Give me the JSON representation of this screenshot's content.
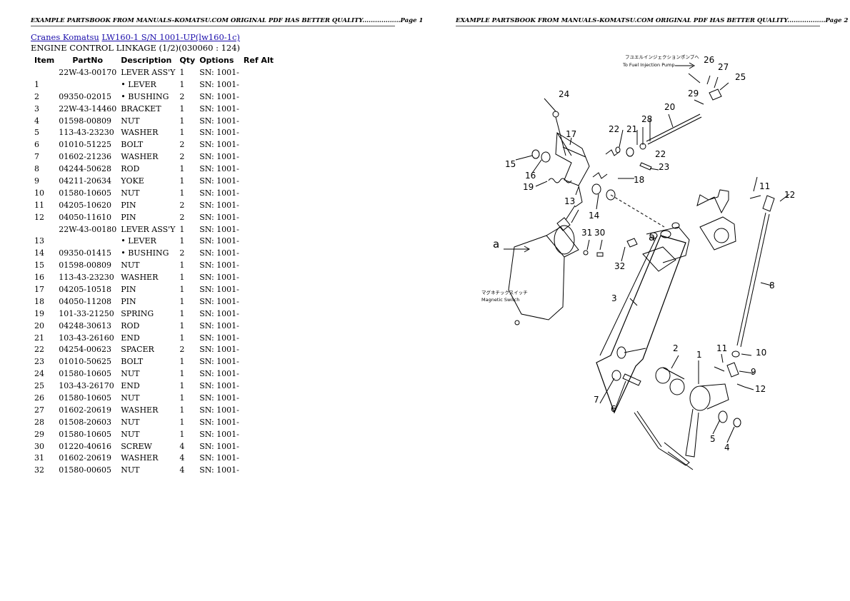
{
  "header": {
    "left": "EXAMPLE PARTSBOOK FROM MANUALS-KOMATSU.COM ORIGINAL PDF HAS BETTER QUALITY..................Page 1",
    "right": "EXAMPLE PARTSBOOK FROM MANUALS-KOMATSU.COM ORIGINAL PDF HAS BETTER QUALITY..................Page 2"
  },
  "breadcrumb": {
    "link1": "Cranes Komatsu",
    "link2": "LW160-1 S/N 1001-UP(lw160-1c)"
  },
  "subtitle": "ENGINE CONTROL LINKAGE (1/2)(030060 : 124)",
  "table": {
    "headers": [
      "Item",
      "PartNo",
      "Description",
      "Qty",
      "Options",
      "Ref Alt"
    ],
    "rows": [
      [
        "",
        "22W-43-00170",
        "LEVER ASS'Y",
        "1",
        "SN: 1001-",
        ""
      ],
      [
        "1",
        "",
        "• LEVER",
        "1",
        "SN: 1001-",
        ""
      ],
      [
        "2",
        "09350-02015",
        "• BUSHING",
        "2",
        "SN: 1001-",
        ""
      ],
      [
        "3",
        "22W-43-14460",
        "BRACKET",
        "1",
        "SN: 1001-",
        ""
      ],
      [
        "4",
        "01598-00809",
        "NUT",
        "1",
        "SN: 1001-",
        ""
      ],
      [
        "5",
        "113-43-23230",
        "WASHER",
        "1",
        "SN: 1001-",
        ""
      ],
      [
        "6",
        "01010-51225",
        "BOLT",
        "2",
        "SN: 1001-",
        ""
      ],
      [
        "7",
        "01602-21236",
        "WASHER",
        "2",
        "SN: 1001-",
        ""
      ],
      [
        "8",
        "04244-50628",
        "ROD",
        "1",
        "SN: 1001-",
        ""
      ],
      [
        "9",
        "04211-20634",
        "YOKE",
        "1",
        "SN: 1001-",
        ""
      ],
      [
        "10",
        "01580-10605",
        "NUT",
        "1",
        "SN: 1001-",
        ""
      ],
      [
        "11",
        "04205-10620",
        "PIN",
        "2",
        "SN: 1001-",
        ""
      ],
      [
        "12",
        "04050-11610",
        "PIN",
        "2",
        "SN: 1001-",
        ""
      ],
      [
        "",
        "22W-43-00180",
        "LEVER ASS'Y",
        "1",
        "SN: 1001-",
        ""
      ],
      [
        "13",
        "",
        "• LEVER",
        "1",
        "SN: 1001-",
        ""
      ],
      [
        "14",
        "09350-01415",
        "• BUSHING",
        "2",
        "SN: 1001-",
        ""
      ],
      [
        "15",
        "01598-00809",
        "NUT",
        "1",
        "SN: 1001-",
        ""
      ],
      [
        "16",
        "113-43-23230",
        "WASHER",
        "1",
        "SN: 1001-",
        ""
      ],
      [
        "17",
        "04205-10518",
        "PIN",
        "1",
        "SN: 1001-",
        ""
      ],
      [
        "18",
        "04050-11208",
        "PIN",
        "1",
        "SN: 1001-",
        ""
      ],
      [
        "19",
        "101-33-21250",
        "SPRING",
        "1",
        "SN: 1001-",
        ""
      ],
      [
        "20",
        "04248-30613",
        "ROD",
        "1",
        "SN: 1001-",
        ""
      ],
      [
        "21",
        "103-43-26160",
        "END",
        "1",
        "SN: 1001-",
        ""
      ],
      [
        "22",
        "04254-00623",
        "SPACER",
        "2",
        "SN: 1001-",
        ""
      ],
      [
        "23",
        "01010-50625",
        "BOLT",
        "1",
        "SN: 1001-",
        ""
      ],
      [
        "24",
        "01580-10605",
        "NUT",
        "1",
        "SN: 1001-",
        ""
      ],
      [
        "25",
        "103-43-26170",
        "END",
        "1",
        "SN: 1001-",
        ""
      ],
      [
        "26",
        "01580-10605",
        "NUT",
        "1",
        "SN: 1001-",
        ""
      ],
      [
        "27",
        "01602-20619",
        "WASHER",
        "1",
        "SN: 1001-",
        ""
      ],
      [
        "28",
        "01508-20603",
        "NUT",
        "1",
        "SN: 1001-",
        ""
      ],
      [
        "29",
        "01580-10605",
        "NUT",
        "1",
        "SN: 1001-",
        ""
      ],
      [
        "30",
        "01220-40616",
        "SCREW",
        "4",
        "SN: 1001-",
        ""
      ],
      [
        "31",
        "01602-20619",
        "WASHER",
        "4",
        "SN: 1001-",
        ""
      ],
      [
        "32",
        "01580-00605",
        "NUT",
        "4",
        "SN: 1001-",
        ""
      ]
    ]
  },
  "diagram": {
    "callouts": [
      "1",
      "2",
      "3",
      "4",
      "5",
      "6",
      "7",
      "8",
      "9",
      "10",
      "11",
      "11",
      "12",
      "12",
      "13",
      "14",
      "15",
      "16",
      "17",
      "18",
      "19",
      "20",
      "21",
      "22",
      "22",
      "23",
      "24",
      "25",
      "26",
      "27",
      "28",
      "29",
      "30",
      "31",
      "32",
      "a",
      "a"
    ],
    "note_fuel_jp": "フユエルインジェクションポンプへ",
    "note_fuel_en": "To Fuel Injection Pump",
    "note_switch_jp": "マグネチックスイッチ",
    "note_switch_en": "Magnetic Switch"
  }
}
